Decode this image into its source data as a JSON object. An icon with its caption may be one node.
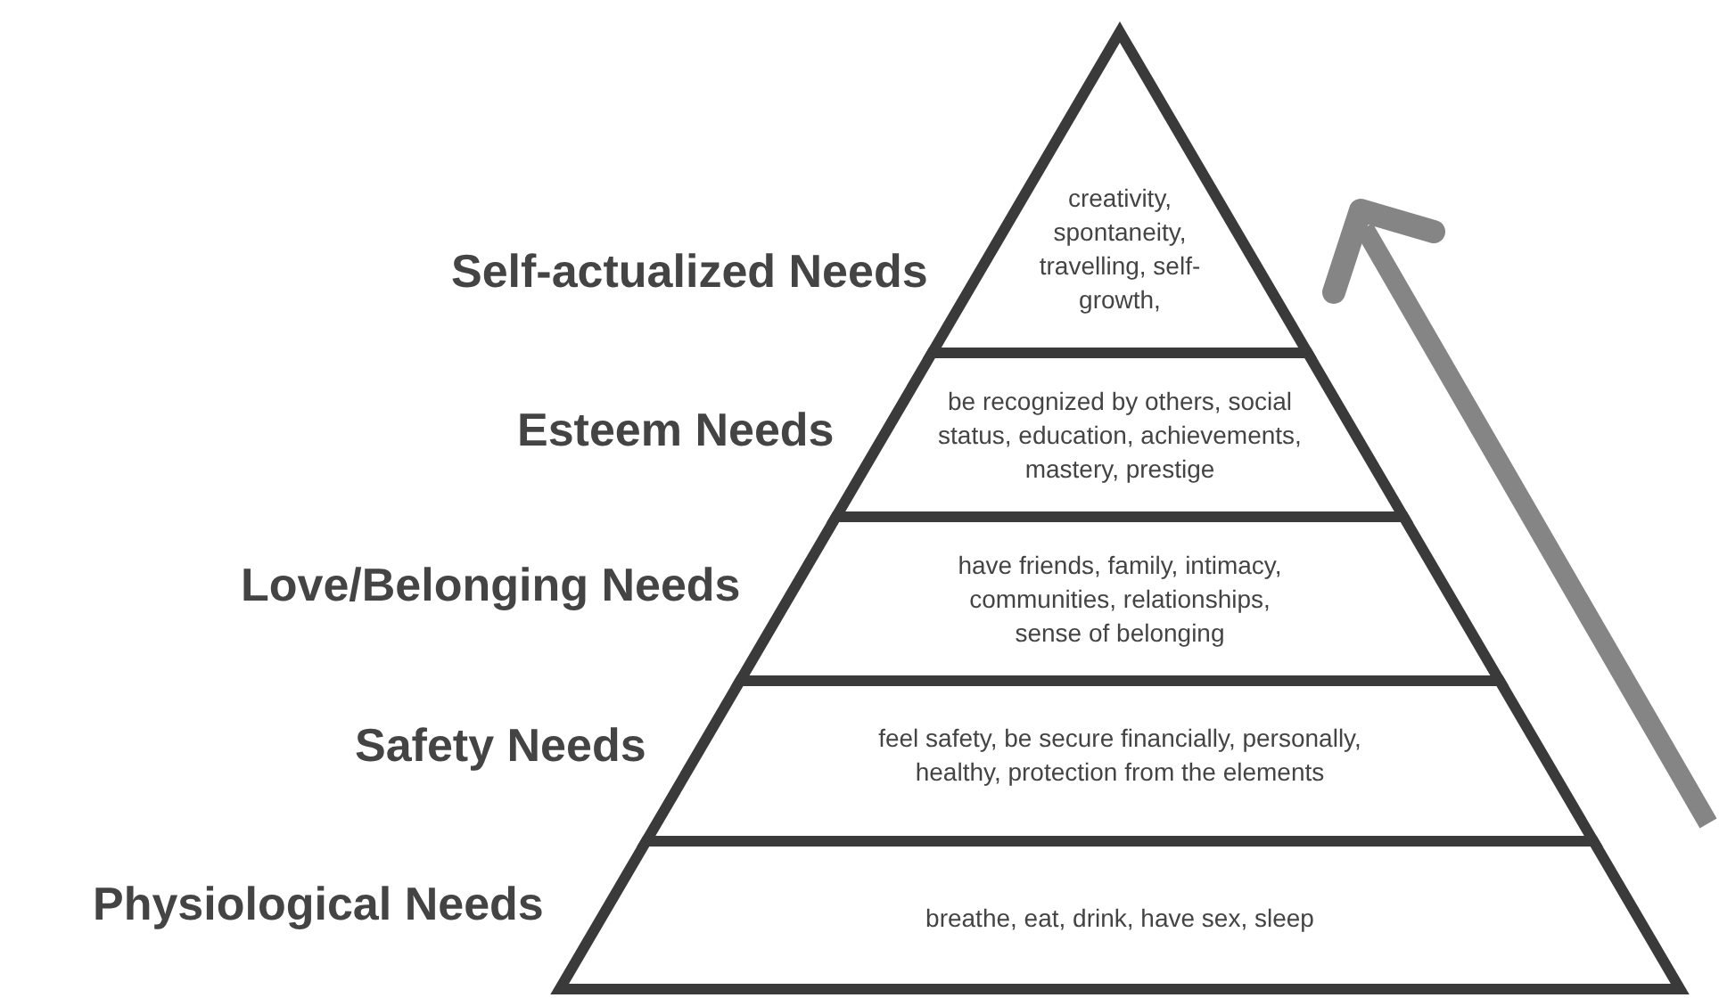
{
  "diagram": {
    "nodes": [
      {
        "text": [
          "Self-actualized Needs",
          "creativity, spontaneity, travelling, self-growth,"
        ]
      },
      {
        "text": [
          "Esteem Needs",
          "be recognized by others, social status, education, achievements, mastery, prestige"
        ]
      },
      {
        "text": [
          "Love/Belonging Needs",
          "have friends, family, intimacy, communities, relationships, sense of belonging"
        ]
      },
      {
        "text": [
          "Safety Needs",
          "feel safety, be secure financially, personally, healthy, protection from the elements"
        ]
      },
      {
        "text": [
          "Physiological Needs",
          "breathe, eat, drink, have sex, sleep"
        ]
      }
    ],
    "edges": []
  }
}
